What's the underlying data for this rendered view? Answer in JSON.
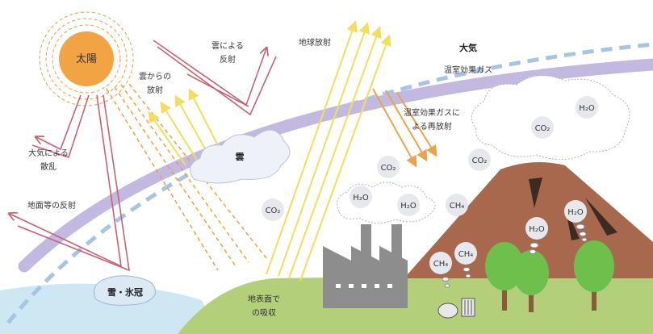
{
  "labels": {
    "sun": "太陽",
    "atmosphere": "大気",
    "greenhouse_gas": "温室効果ガス",
    "cloud": "雲",
    "snow_ice": "雪・氷冠",
    "cloud_reflection": [
      "雲による",
      "反射"
    ],
    "cloud_emission": [
      "雲からの",
      "放射"
    ],
    "earth_emission": "地球放射",
    "atmosphere_scatter": [
      "大気による",
      "散乱"
    ],
    "ground_reflection": "地面等の反射",
    "ghg_reemission": [
      "温室効果ガスに",
      "よる再放射"
    ],
    "surface_absorption": [
      "地表面で",
      "の吸収"
    ]
  },
  "gases": {
    "co2": "CO₂",
    "h2o": "H₂O",
    "ch4": "CH₄"
  },
  "colors": {
    "sun": "#f2a444",
    "sun_ring": "#f29a38",
    "band": "#c3b9e0",
    "dashed_band": "#a7c4e2",
    "sky": "#ffffff",
    "cloud": "#eef1f8",
    "cloud_stroke": "#bcc3d3",
    "ground": "#b3cf7a",
    "sea": "#cde7f3",
    "volcano": "#a8684e",
    "factory": "#8d8d8d",
    "tree": "#6ec04d",
    "trunk": "#8a5a3a",
    "arrow_red": "#c56374",
    "arrow_yellow": "#f2dd5d",
    "arrow_orange": "#e9a24d"
  }
}
